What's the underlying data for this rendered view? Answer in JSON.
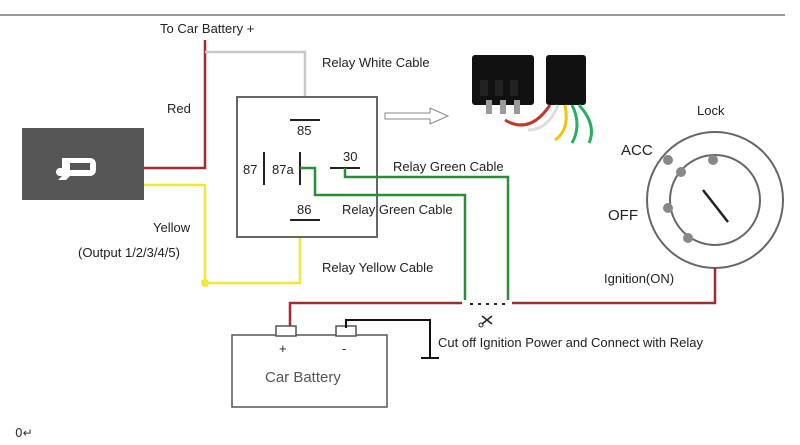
{
  "labels": {
    "to_car_battery": "To Car Battery +",
    "relay_white_cable": "Relay White Cable",
    "red": "Red",
    "yellow": "Yellow",
    "output": "(Output 1/2/3/4/5)",
    "relay_green_cable_1": "Relay Green Cable",
    "relay_green_cable_2": "Relay Green Cable",
    "relay_yellow_cable": "Relay Yellow Cable",
    "cut_off": "Cut off Ignition Power and Connect with Relay",
    "ignition_on": "Ignition(ON)",
    "lock": "Lock",
    "acc": "ACC",
    "off": "OFF",
    "car_battery": "Car Battery",
    "plus": "+",
    "minus": "-",
    "footer_mark": "0↵"
  },
  "relay_pins": {
    "p85": "85",
    "p87": "87",
    "p87a": "87a",
    "p30": "30",
    "p86": "86"
  },
  "colors": {
    "red_wire": "#a52a2a",
    "white_wire": "#c8c8c8",
    "yellow_wire": "#f2e63a",
    "green_wire": "#2e8b3a",
    "black_wire": "#111111",
    "gps_box": "#555555",
    "box_border": "#666666"
  },
  "icons": {
    "tracker": "gps-tracker-icon",
    "relay_photo": "relay-photo-icon",
    "ignition": "ignition-switch-icon",
    "ground": "ground-icon",
    "cut": "cut-scissors-icon"
  }
}
